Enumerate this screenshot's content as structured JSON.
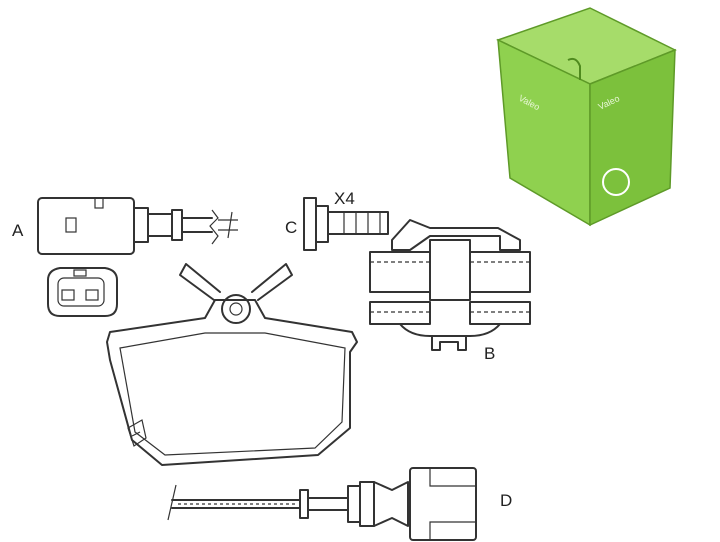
{
  "labels": {
    "a": "A",
    "b": "B",
    "c": "C",
    "d": "D",
    "qty": "X4"
  },
  "box_text": "Valeo",
  "colors": {
    "box_green": "#8fd14f",
    "box_green_dark": "#6db52e",
    "line": "#333333"
  },
  "icons": [
    "wear-sensor-connector",
    "connector-face",
    "brake-pad",
    "bolt",
    "anti-rattle-clip",
    "wear-sensor-cable",
    "product-box"
  ]
}
